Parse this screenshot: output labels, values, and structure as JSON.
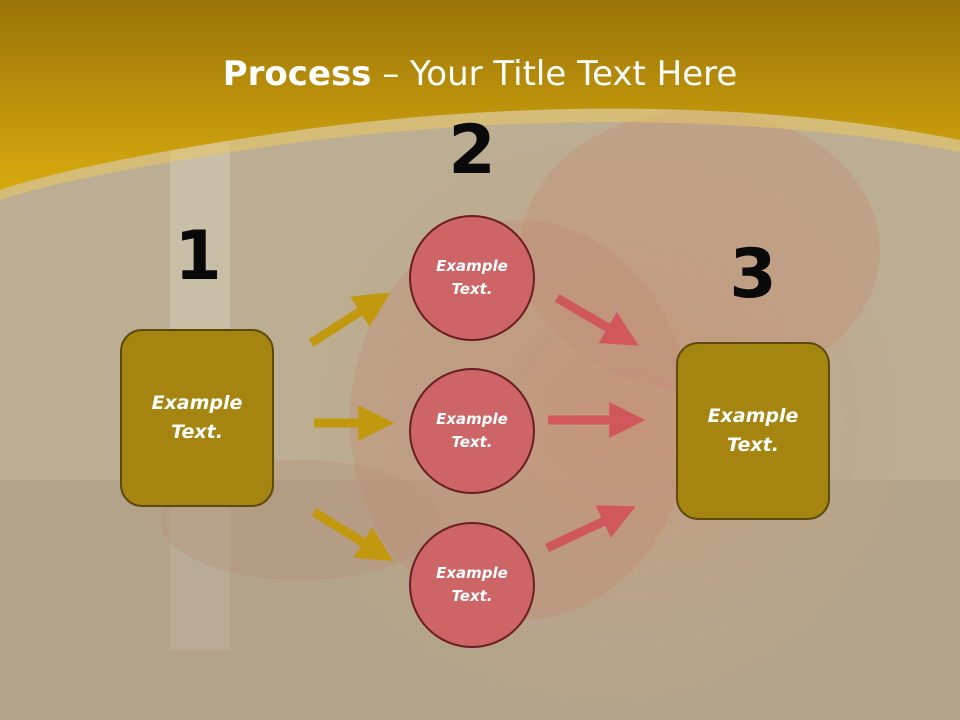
{
  "title": {
    "bold": "Process",
    "rest": " – Your Title Text Here"
  },
  "steps": [
    "1",
    "2",
    "3"
  ],
  "left_box": {
    "line1": "Example",
    "line2": "Text."
  },
  "right_box": {
    "line1": "Example",
    "line2": "Text."
  },
  "circles": [
    {
      "line1": "Example",
      "line2": "Text."
    },
    {
      "line1": "Example",
      "line2": "Text."
    },
    {
      "line1": "Example",
      "line2": "Text."
    }
  ],
  "colors": {
    "header_gold": "#d2a40c",
    "box_fill": "#a58410",
    "circle_fill": "#cd6567",
    "arrow_gold": "#c2980f",
    "arrow_red": "#d0585c"
  }
}
